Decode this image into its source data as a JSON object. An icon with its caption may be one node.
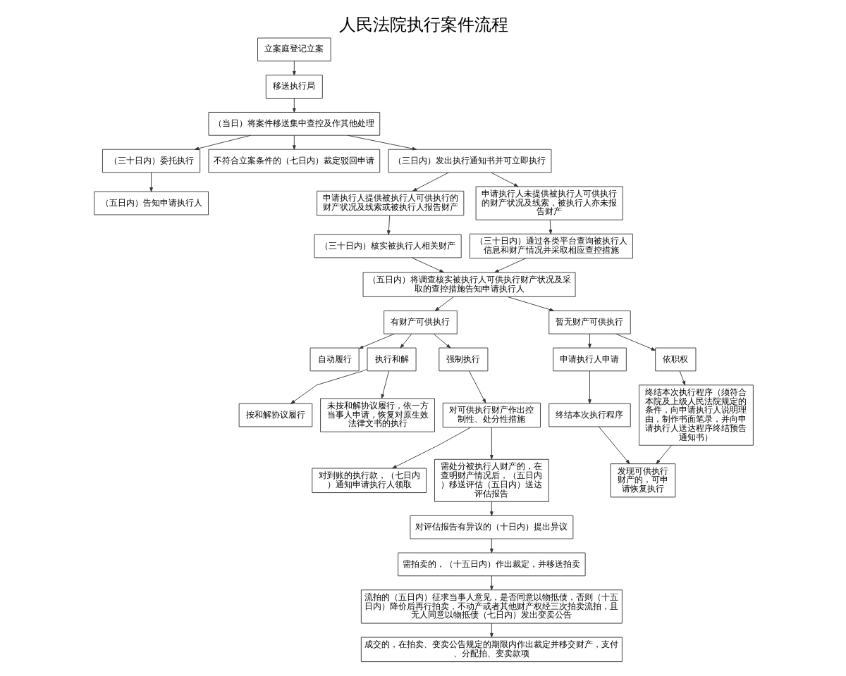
{
  "diagram": {
    "title": "人民法院执行案件流程",
    "nodes": [
      {
        "text": [
          "立案庭登记立案"
        ]
      },
      {
        "text": [
          "移送执行局"
        ]
      },
      {
        "text": [
          "（当日）将案件移送集中查控及作其他处理"
        ]
      },
      {
        "text": [
          "（三十日内）委托执行"
        ]
      },
      {
        "text": [
          "不符合立案条件的（七日内）裁定驳回申请"
        ]
      },
      {
        "text": [
          "（三日内）发出执行通知书并可立即执行"
        ]
      },
      {
        "text": [
          "（五日内）告知申请执行人"
        ]
      },
      {
        "text": [
          "申请执行人提供被执行人可供执行的财产状况及线索或被执行人报告财产"
        ]
      },
      {
        "text": [
          "申请执行人未提供被执行人可供执行的财产状况及线索，被执行人亦未报告财产"
        ]
      },
      {
        "text": [
          "（三十日内）核实被执行人相关财产"
        ]
      },
      {
        "text": [
          "（三十日内）通过各类平台查询被执行人信息和财产情况并采取相应查控措施"
        ]
      },
      {
        "text": [
          "（五日内）将调查核实被执行人可供执行财产状况及采取的查控措施告知申请执行人"
        ]
      },
      {
        "text": [
          "有财产可供执行"
        ]
      },
      {
        "text": [
          "暂无财产可供执行"
        ]
      },
      {
        "text": [
          "自动履行"
        ]
      },
      {
        "text": [
          "执行和解"
        ]
      },
      {
        "text": [
          "强制执行"
        ]
      },
      {
        "text": [
          "申请执行人申请"
        ]
      },
      {
        "text": [
          "依职权"
        ]
      },
      {
        "text": [
          "按和解协议履行"
        ]
      },
      {
        "text": [
          "未按和解协议履行，依一方当事人申请，恢复对原生效法律文书的执行"
        ]
      },
      {
        "text": [
          "对可供执行财产作出控制性、处分性措施"
        ]
      },
      {
        "text": [
          "终结本次执行程序"
        ]
      },
      {
        "text": [
          "终结本次执行程序（须符合本院及上级人民法院规定的条件，向申请执行人说明理由，制作书面笔录，并向申请执行人送达程序终结预告通知书）"
        ]
      },
      {
        "text": [
          "对到账的执行款，（七日内）通知申请执行人领取"
        ]
      },
      {
        "text": [
          "需处分被执行人财产的，在查明财产情况后，（五日内）移送评估（五日内）送达评估报告"
        ]
      },
      {
        "text": [
          "发现可供执行财产的，可申请恢复执行"
        ]
      },
      {
        "text": [
          "对评估报告有异议的（十日内）提出异议"
        ]
      },
      {
        "text": [
          "需拍卖的，（十五日内）作出裁定，并移送拍卖"
        ]
      },
      {
        "text": [
          "流拍的（五日内）征求当事人意见，是否同意以物抵债，否则（十五日内）降价后再行拍卖，不动产或者其他财产权经三次拍卖流拍，且无人同意以物抵债（七日内）发出变卖公告"
        ]
      },
      {
        "text": [
          "成交的，在拍卖、变卖公告规定的期限内作出裁定并移交财产，支付、分配拍、变卖款项"
        ]
      }
    ],
    "edges": [
      {
        "from": 0,
        "to": 1,
        "arrow": "to"
      },
      {
        "from": 1,
        "to": 2,
        "arrow": "to"
      },
      {
        "from": 2,
        "to": 3,
        "arrow": "to"
      },
      {
        "from": 2,
        "to": 4,
        "arrow": "to"
      },
      {
        "from": 2,
        "to": 5,
        "arrow": "to"
      },
      {
        "from": 3,
        "to": 6,
        "arrow": "to"
      },
      {
        "from": 5,
        "to": 7,
        "arrow": "to"
      },
      {
        "from": 5,
        "to": 8,
        "arrow": "to"
      },
      {
        "from": 7,
        "to": 9,
        "arrow": "to"
      },
      {
        "from": 8,
        "to": 10,
        "arrow": "to"
      },
      {
        "from": 9,
        "to": 11,
        "arrow": "to"
      },
      {
        "from": 10,
        "to": 11,
        "arrow": "to"
      },
      {
        "from": 11,
        "to": 12,
        "arrow": "to"
      },
      {
        "from": 11,
        "to": 13,
        "arrow": "to"
      },
      {
        "from": 12,
        "to": 14,
        "arrow": "to"
      },
      {
        "from": 12,
        "to": 15,
        "arrow": "to"
      },
      {
        "from": 12,
        "to": 16,
        "arrow": "to"
      },
      {
        "from": 13,
        "to": 17,
        "arrow": "to"
      },
      {
        "from": 13,
        "to": 18,
        "arrow": "to"
      },
      {
        "from": 15,
        "to": 19,
        "arrow": "to"
      },
      {
        "from": 15,
        "to": 20,
        "arrow": "to"
      },
      {
        "from": 16,
        "to": 21,
        "arrow": "to"
      },
      {
        "from": 17,
        "to": 22,
        "arrow": "to"
      },
      {
        "from": 18,
        "to": 23,
        "arrow": "to"
      },
      {
        "from": 21,
        "to": 24,
        "arrow": "to"
      },
      {
        "from": 21,
        "to": 25,
        "arrow": "to"
      },
      {
        "from": 22,
        "to": 26,
        "arrow": "to"
      },
      {
        "from": 23,
        "to": 26,
        "arrow": "to"
      },
      {
        "from": 25,
        "to": 27,
        "arrow": "to"
      },
      {
        "from": 27,
        "to": 28,
        "arrow": "to"
      },
      {
        "from": 28,
        "to": 29,
        "arrow": "to"
      },
      {
        "from": 29,
        "to": 30,
        "arrow": "to"
      }
    ]
  }
}
